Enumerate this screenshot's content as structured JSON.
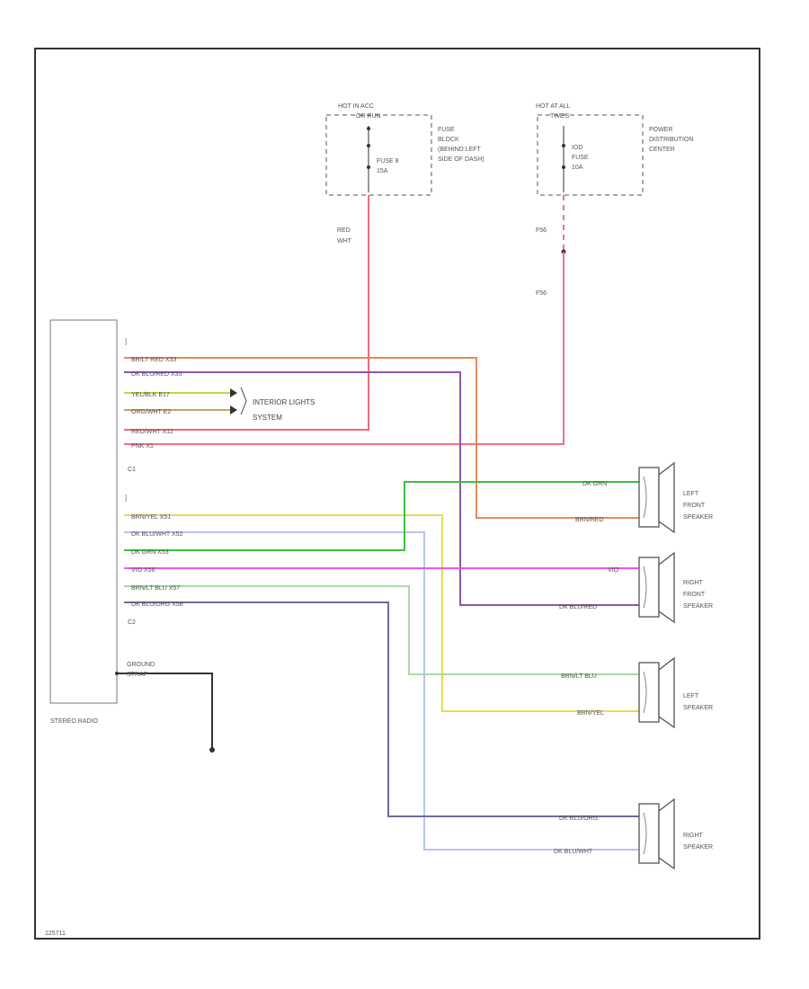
{
  "fuse_block": {
    "hot": "HOT IN ACC",
    "hot2": "OR RUN",
    "fuse": "FUSE 8",
    "rating": "15A",
    "desc": [
      "FUSE",
      "BLOCK",
      "(BEHIND LEFT",
      "SIDE OF DASH)"
    ]
  },
  "pdc": {
    "hot": "HOT AT ALL",
    "hot2": "TIMES",
    "fuse": [
      "IOD",
      "FUSE",
      "10A"
    ],
    "desc": [
      "POWER",
      "DISTRIBUTION",
      "CENTER"
    ]
  },
  "wire_labels": {
    "red_wht": [
      "RED",
      "WHT"
    ],
    "f56_a": "F56",
    "f56_b": "F56"
  },
  "radio": {
    "label": "STEREO RADIO",
    "c1": "C1",
    "c2": "C2",
    "ground": [
      "GROUND",
      "STRAP"
    ]
  },
  "c1_wires": [
    {
      "color": "#e8895a",
      "label": "BR/LT RED  X33"
    },
    {
      "color": "#8a55b0",
      "label": "DK BLU/RED  X35"
    },
    {
      "color": "#c8d44a",
      "label": "YEL/BLK  E17"
    },
    {
      "color": "#c9a36a",
      "label": "ORG/WHT  E2"
    },
    {
      "color": "#f06a7a",
      "label": "RED/WHT  X12"
    },
    {
      "color": "#f5708a",
      "label": "PNK  X1"
    }
  ],
  "interior": [
    "INTERIOR LIGHTS",
    "SYSTEM"
  ],
  "c2_wires": [
    {
      "color": "#e6d860",
      "label": "BRN/YEL  X51"
    },
    {
      "color": "#b8c4f0",
      "label": "DK BLU/WHT  X52"
    },
    {
      "color": "#3cc23c",
      "label": "DK GRN  X53"
    },
    {
      "color": "#ee55ee",
      "label": "VIO  X56"
    },
    {
      "color": "#a6dba6",
      "label": "BRN/LT BLU  X57"
    },
    {
      "color": "#6e6a9a",
      "label": "DK BLU/ORG  X58"
    }
  ],
  "speakers": [
    {
      "name": [
        "LEFT",
        "FRONT",
        "SPEAKER"
      ],
      "wire_a": "DK GRN",
      "wire_b": "BRN/RED"
    },
    {
      "name": [
        "RIGHT",
        "FRONT",
        "SPEAKER"
      ],
      "wire_a": "VIO",
      "wire_b": "DK BLU/RED"
    },
    {
      "name": [
        "LEFT",
        "SPEAKER"
      ],
      "wire_a": "BRN/LT BLU",
      "wire_b": "BRN/YEL"
    },
    {
      "name": [
        "RIGHT",
        "SPEAKER"
      ],
      "wire_a": "DK BLU/ORG",
      "wire_b": "DK BLU/WHT"
    }
  ],
  "footer_code": "125711"
}
